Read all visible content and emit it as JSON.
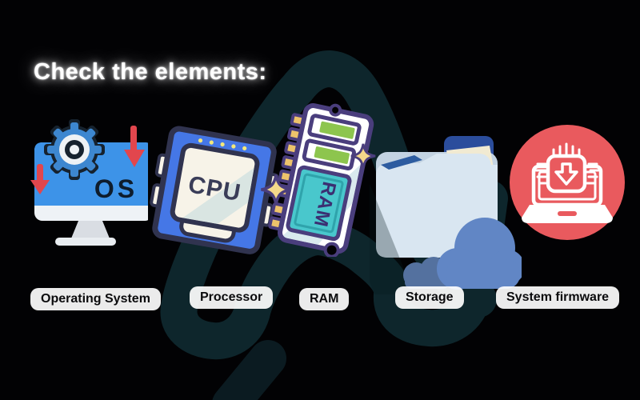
{
  "title": {
    "text": "Check the elements:"
  },
  "items": [
    {
      "id": "operating-system",
      "label": "Operating System",
      "icon": "os-monitor-gear-icon",
      "icon_text": "OS"
    },
    {
      "id": "processor",
      "label": "Processor",
      "icon": "cpu-chip-icon",
      "icon_text": "CPU"
    },
    {
      "id": "ram",
      "label": "RAM",
      "icon": "ram-stick-icon",
      "icon_text": "RAM"
    },
    {
      "id": "storage",
      "label": "Storage",
      "icon": "folder-cloud-icon"
    },
    {
      "id": "system-firmware",
      "label": "System firmware",
      "icon": "firmware-laptop-icon"
    }
  ],
  "colors": {
    "background": "#020204",
    "watermark": "#0e262c",
    "monitor_blue": "#3d93e8",
    "gear_blue": "#3d87d0",
    "arrow_red": "#e2464d",
    "cpu_blue": "#4577e6",
    "cpu_outline": "#30334f",
    "cream": "#f7f3e8",
    "ram_outline": "#4a3e7d",
    "ram_green": "#8dc54e",
    "ram_teal": "#49c7cc",
    "pin_yellow": "#edc36b",
    "folder_light": "#d9e6f1",
    "folder_tab_blue": "#2b4d9c",
    "cloud_blue": "#6186c5",
    "firmware_red": "#e95a5e",
    "pill_bg": "#ffffff",
    "pill_text": "#0b0b0d"
  }
}
